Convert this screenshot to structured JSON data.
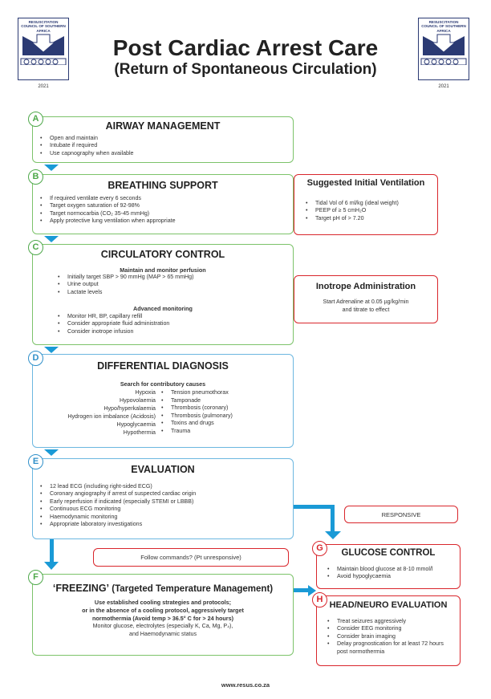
{
  "org_name": "RESUSCITATION COUNCIL OF SOUTHERN AFRICA",
  "year": "2021",
  "title": "Post Cardiac Arrest Care",
  "subtitle": "(Return of Spontaneous Circulation)",
  "colors": {
    "green": "#7cc36a",
    "blue": "#6cb7e0",
    "red": "#d9262c",
    "arrow": "#1a9ad6"
  },
  "airway": {
    "letter": "A",
    "title": "AIRWAY MANAGEMENT",
    "items": [
      "Open and maintain",
      "Intubate if required",
      "Use capnography when available"
    ]
  },
  "breathing": {
    "letter": "B",
    "title": "BREATHING SUPPORT",
    "items": [
      "If required ventilate every 6 seconds",
      "Target oxygen saturation of 92-98%",
      "Target normocarbia (CO₂ 35-45 mmHg)",
      "Apply protective lung ventilation when appropriate"
    ]
  },
  "ventilation": {
    "title": "Suggested Initial Ventilation",
    "items": [
      "Tidal Vol of 6 ml/kg (ideal weight)",
      "PEEP of ≥ 5 cmH₂O",
      "Target pH of > 7.20"
    ]
  },
  "circulatory": {
    "letter": "C",
    "title": "CIRCULATORY CONTROL",
    "sub1": "Maintain and monitor perfusion",
    "items1": [
      "Initially target SBP > 90 mmHg (MAP > 65 mmHg)",
      "Urine output",
      "Lactate levels"
    ],
    "sub2": "Advanced monitoring",
    "items2": [
      "Monitor HR, BP, capillary refill",
      "Consider appropriate fluid administration",
      "Consider inotrope infusion"
    ]
  },
  "inotrope": {
    "title": "Inotrope Administration",
    "line1": "Start Adrenaline at 0.05 µg/kg/min",
    "line2": "and titrate to effect"
  },
  "differential": {
    "letter": "D",
    "title": "DIFFERENTIAL DIAGNOSIS",
    "sub": "Search for contributory causes",
    "left": [
      "Hypoxia",
      "Hypovolaemia",
      "Hypo/hyperkalaemia",
      "Hydrogen ion imbalance (Acidosis)",
      "Hypoglycaemia",
      "Hypothermia"
    ],
    "right": [
      "Tension pneumothorax",
      "Tamponade",
      "Thrombosis (coronary)",
      "Thrombosis (pulmonary)",
      "Toxins and drugs",
      "Trauma"
    ]
  },
  "evaluation": {
    "letter": "E",
    "title": "EVALUATION",
    "items": [
      "12 lead ECG (including right-sided ECG)",
      "Coronary angiography if arrest of suspected cardiac origin",
      "Early reperfusion if indicated (especially STEMI or LBBB)",
      "Continuous ECG monitoring",
      "Haemodynamic monitoring",
      "Appropriate laboratory investigations"
    ]
  },
  "responsive": "RESPONSIVE",
  "follow": "Follow commands? (Pt unresponsive)",
  "glucose": {
    "letter": "G",
    "title": "GLUCOSE CONTROL",
    "items": [
      "Maintain blood glucose at 8-10 mmol/l",
      "Avoid hypoglycaemia"
    ]
  },
  "freezing": {
    "letter": "F",
    "title_quoted": "‘FREEZING’",
    "title_rest": " (Targeted Temperature Management)",
    "b1": "Use established cooling strategies and protocols;",
    "b2": "or in the absence of a cooling protocol, aggressively target",
    "b3": "normothermia (Avoid temp > 36.5° C for > 24 hours)",
    "n1": "Monitor glucose, electrolytes (especially K, Ca, Mg, P₄),",
    "n2": "and Haemodynamic status"
  },
  "neuro": {
    "letter": "H",
    "title": "HEAD/NEURO EVALUATION",
    "items": [
      "Treat seizures aggressively",
      "Consider EEG monitoring",
      "Consider brain imaging",
      "Delay prognostication for at least 72 hours post normothermia"
    ]
  },
  "footer": "www.resus.co.za"
}
